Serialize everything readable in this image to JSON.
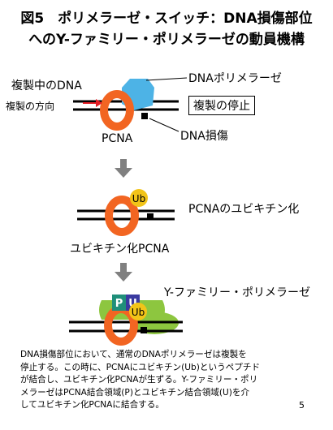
{
  "title": {
    "line1": "図5　ポリメラーゼ・スイッチ：DNA損傷部位",
    "line2": "へのY-ファミリー・ポリメラーゼの動員機構"
  },
  "labels": {
    "replicating_dna": "複製中のDNA",
    "dna_polymerase": "DNAポリメラーゼ",
    "replication_direction": "複製の方向",
    "replication_stop": "複製の停止",
    "dna_damage": "DNA損傷",
    "pcna": "PCNA",
    "ub": "Ub",
    "pcna_ubiquitination": "PCNAのユビキチン化",
    "ubiquitinated_pcna": "ユビキチン化PCNA",
    "y_family_polymerase": "Y-ファミリー・ポリメラーゼ",
    "p": "P",
    "u": "U"
  },
  "caption": [
    "DNA損傷部位において、通常のDNAポリメラーゼは複製を",
    "停止する。この時に、PCNAにユビキチン(Ub)というペプチド",
    "が結合し、ユビキチン化PCNAが生ずる。Y-ファミリー・ポリ",
    "メラーゼはPCNA結合領域(P)とユビキチン結合領域(U)を介",
    "してユビキチン化PCNAに結合する。"
  ],
  "page_number": "5",
  "colors": {
    "pcna_ring": "#f26522",
    "dna_polymerase": "#4db3e6",
    "ubiquitin": "#f2c418",
    "y_polymerase": "#8dc63f",
    "pcna_binding_domain": "#1f8f7a",
    "ubiquitin_binding_domain": "#3a3aa0",
    "arrow": "#808080",
    "direction_arrow": "#e41e26"
  }
}
